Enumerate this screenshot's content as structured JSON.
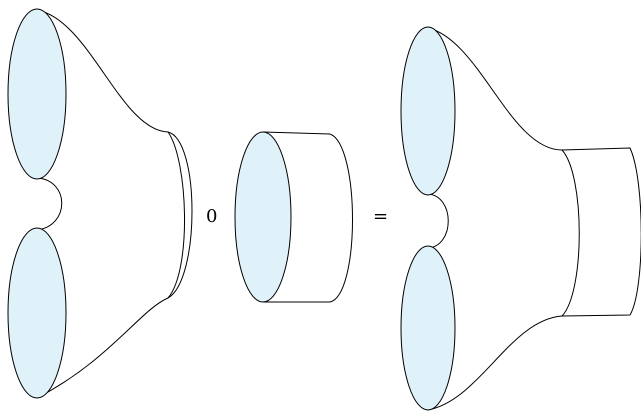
{
  "diagram": {
    "operator_label": "0",
    "equals_label": "=",
    "colors": {
      "disk_fill": "#dff1f9",
      "stroke": "#000000",
      "background": "#ffffff"
    },
    "shapes": [
      {
        "role": "pair-of-pants",
        "boundary_disks": 2,
        "output_rim": 1
      },
      {
        "role": "cylinder",
        "boundary_disks": 1,
        "output_rim": 1
      },
      {
        "role": "composed-pair-of-pants",
        "boundary_disks": 2,
        "output_rim": 1
      }
    ]
  }
}
